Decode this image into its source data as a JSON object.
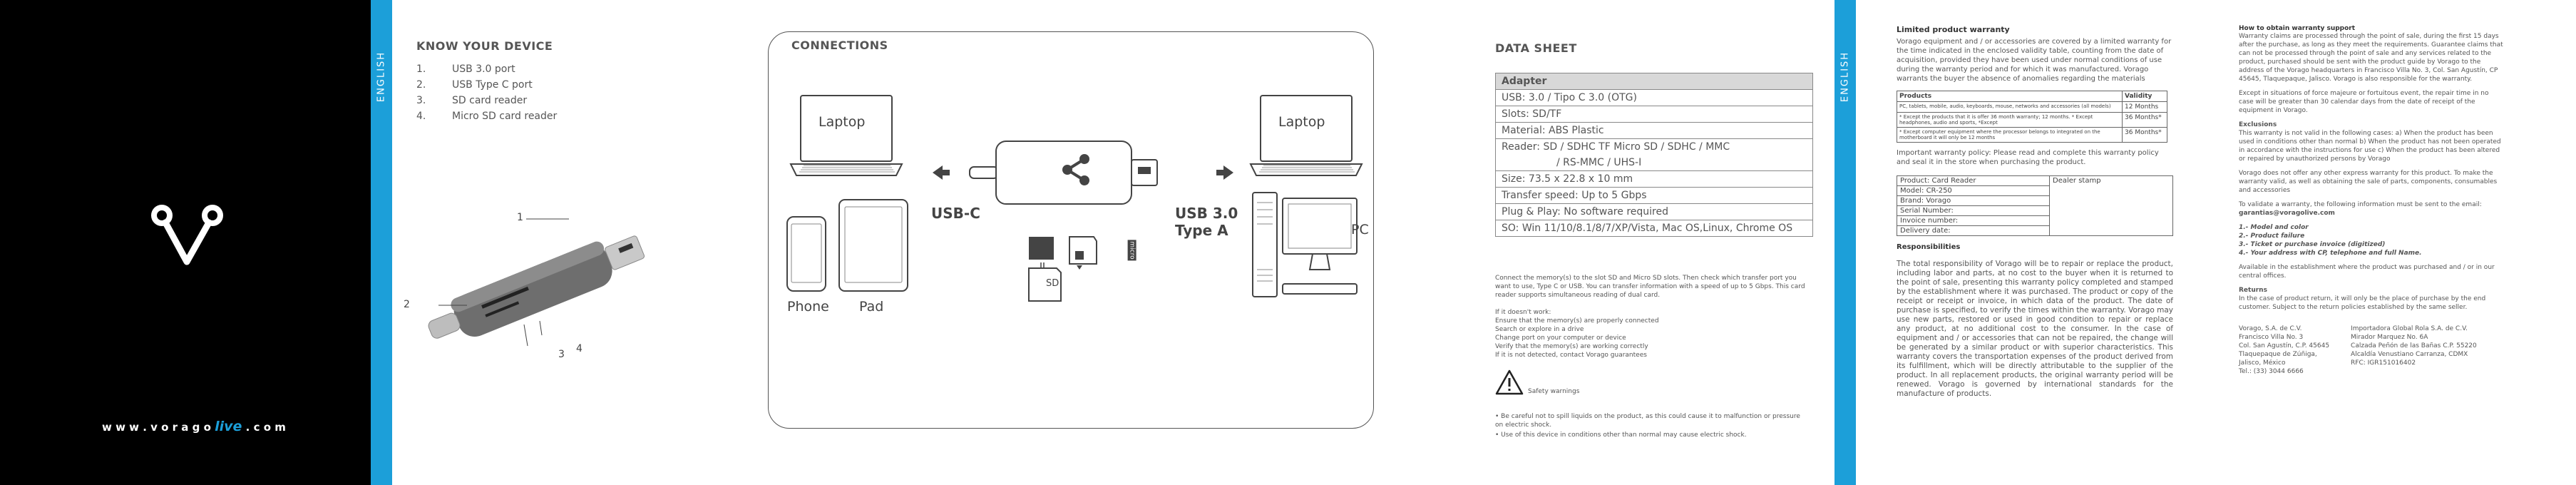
{
  "brand": {
    "url_pre": "w w w . v o r a g o ",
    "url_live": "live",
    "url_post": " . c o m"
  },
  "device": {
    "language": "ENGLISH",
    "title": "KNOW YOUR DEVICE",
    "items": [
      {
        "num": "1.",
        "text": "USB 3.0 port"
      },
      {
        "num": "2.",
        "text": "USB Type C port"
      },
      {
        "num": "3.",
        "text": "SD card reader"
      },
      {
        "num": "4.",
        "text": "Micro SD card reader"
      }
    ],
    "callouts": [
      "1",
      "2",
      "3",
      "4"
    ]
  },
  "connections": {
    "title": "CONNECTIONS",
    "laptop_left": "Laptop",
    "laptop_right": "Laptop",
    "phone": "Phone",
    "pad": "Pad",
    "pc": "PC",
    "usbc": "USB-C",
    "usb3_line1": "USB 3.0",
    "usb3_line2": "Type A",
    "sd": "SD",
    "micro": "micro"
  },
  "datasheet": {
    "title": "DATA SHEET",
    "rows": [
      "Adapter",
      "USB: 3.0 / Tipo C 3.0 (OTG)",
      "Slots: SD/TF",
      "Material: ABS Plastic",
      "Reader: SD / SDHC TF Micro SD / SDHC / MMC",
      "/ RS-MMC / UHS-I",
      "Size: 73.5 x 22.8 x 10 mm",
      "Transfer speed: Up to 5 Gbps",
      "Plug & Play: No software required",
      "SO: Win 11/10/8.1/8/7/XP/Vista, Mac OS,Linux, Chrome OS"
    ],
    "note1": "Connect the memory(s) to the slot SD and Micro SD slots. Then check which transfer port you want to use, Type C or USB. You can transfer information with a speed of up to 5 Gbps. This card reader supports simultaneous reading of dual card.",
    "trouble_title": "If it doesn't work:",
    "trouble": [
      "Ensure that the memory(s) are properly connected",
      "Search or explore in a drive",
      "Change port on your computer or device",
      "Verify that the memory(s) are working correctly",
      "If it is not detected, contact Vorago guarantees"
    ],
    "warn_label": "Safety warnings",
    "warn1": "• Be careful not to spill liquids on the product, as this could cause it to malfunction or pressure on electric shock.",
    "warn2": "• Use of this device in conditions other than normal may cause electric shock."
  },
  "warranty": {
    "language": "ENGLISH",
    "title": "Limited product warranty",
    "p1": "Vorago equipment and / or accessories are covered by a limited warranty for the time indicated in the enclosed validity table, counting from the date of acquisition, provided they have been used under normal conditions of use during the warranty period and for which it was manufactured. Vorago warrants the buyer the absence of anomalies regarding the materials",
    "p2": "",
    "table_head": [
      "Products",
      "Validity"
    ],
    "table_rows": [
      {
        "p": "PC, tablets, mobile, audio, keyboards, mouse, networks and accessories (all models)",
        "v": "12 Months"
      },
      {
        "p": "* Except the products that it is offer 36 month warranty; 12 months. * Except headphones, audio and sports, *Except",
        "v": "36 Months*"
      },
      {
        "p": "* Except computer equipment where the processor belongs to integrated on the motherboard it will only be 12 months",
        "v": "36 Months*"
      }
    ],
    "p3": "Important warranty policy: Please read and complete this warranty policy and seal it in the store when purchasing the product.",
    "card_rows": [
      "Product: Card Reader",
      "Model: CR-250",
      "Brand: Vorago",
      "Serial Number:",
      "Invoice number:",
      "Delivery date:"
    ],
    "stamp": "Dealer stamp",
    "resp_title": "Responsibilities",
    "resp": "The total responsibility of Vorago will be to repair or replace the product, including labor and parts, at no cost to the buyer when it is returned to the point of sale, presenting this warranty policy completed and stamped by the establishment where it was purchased. The product or copy of the receipt or receipt or invoice, in which data of the product. The date of purchase is specified, to verify the times within the warranty. Vorago may use new parts, restored or used in good condition to repair or replace any product, at no additional cost to the consumer. In the case of equipment and / or accessories that can not be repaired, the change will be generated by a similar product or with superior characteristics. This warranty covers the transportation expenses of the product derived from its fulfillment, which will be directly attributable to the supplier of the product. In all replacement products, the original warranty period will be renewed. Vorago is governed by international standards for the manufacture of products.",
    "how_title": "How to obtain warranty support",
    "how": "Warranty claims are processed through the point of sale, during the first 15 days after the purchase, as long as they meet the requirements. Guarantee claims that can not be processed through the point of sale and any services related to the product, purchased should be sent with the product guide by Vorago to the address of the Vorago headquarters in Francisco Villa No. 3, Col. San Agustín, CP 45645, Tlaquepaque, Jalisco. Vorago is also responsible for the warranty.",
    "except": "Except in situations of force majeure or fortuitous event, the repair time in no case will be greater than 30 calendar days from the date of receipt of the equipment in Vorago.",
    "excl_title": "Exclusions",
    "excl": "This warranty is not valid in the following cases: a) When the product has been used in conditions other than normal b) When the product has not been operated in accordance with the instructions for use c) When the product has been altered or repaired by unauthorized persons by Vorago",
    "p4": "Vorago does not offer any other express warranty for this product. To make the warranty valid, as well as obtaining the sale of parts, components, consumables and accessories",
    "validate": "To validate a warranty, the following information must be sent to the email:",
    "email": "garantias@voragolive.com",
    "list": [
      "1.- Model and color",
      "2.- Product failure",
      "3.- Ticket or purchase invoice (digitized)",
      "4.- Your address with CP, telephone and full Name."
    ],
    "p5": "Available in the establishment where the product was purchased and / or in our central offices.",
    "returns_title": "Returns",
    "returns": "In the case of product return, it will only be the place of purchase by the end customer. Subject to the return policies established by the same seller.",
    "addr1": [
      "Vorago, S.A. de C.V.",
      "Francisco Villa No. 3",
      "Col. San Agustín, C.P. 45645",
      "Tlaquepaque de Zúñiga,",
      "Jalisco, México",
      "Tel.: (33) 3044 6666"
    ],
    "addr2": [
      "Importadora Global Rola S.A. de C.V.",
      "Mirador Marquez No. 6A",
      "Calzada Peñón de las Bañas C.P. 55220",
      "Alcaldía Venustiano Carranza, CDMX",
      "RFC: IGR151016402"
    ]
  },
  "colors": {
    "accent": "#1c9fd9",
    "live": "#1c9fd9"
  }
}
